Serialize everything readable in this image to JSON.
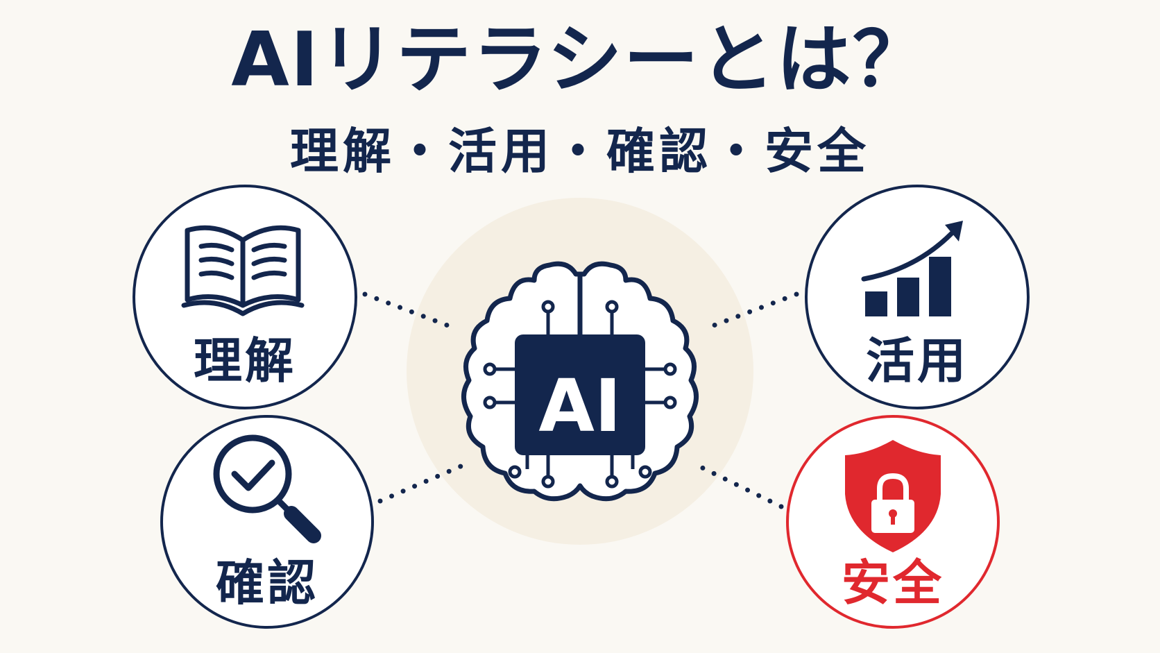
{
  "title": "AIリテラシーとは？",
  "subtitle": "理解・活用・確認・安全",
  "center": {
    "label": "AI",
    "icon": "ai-brain-icon"
  },
  "nodes": [
    {
      "id": "understand",
      "label": "理解",
      "icon": "open-book-icon",
      "color": "#13264d"
    },
    {
      "id": "utilize",
      "label": "活用",
      "icon": "growth-chart-icon",
      "color": "#13264d"
    },
    {
      "id": "verify",
      "label": "確認",
      "icon": "magnifier-check-icon",
      "color": "#13264d"
    },
    {
      "id": "safety",
      "label": "安全",
      "icon": "shield-lock-icon",
      "color": "#e0282e"
    }
  ],
  "colors": {
    "primary": "#13264d",
    "accent": "#e0282e",
    "background": "#faf8f3",
    "center_glow": "#f5efe3"
  }
}
